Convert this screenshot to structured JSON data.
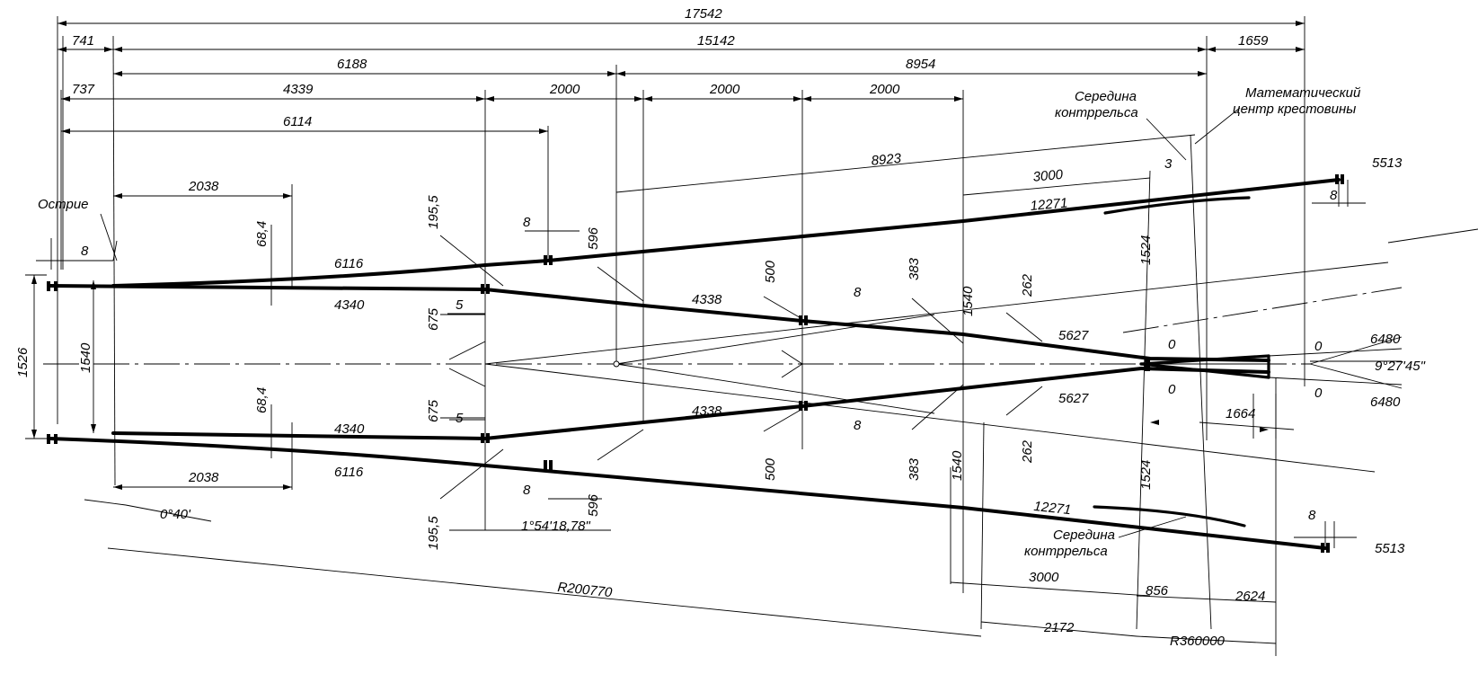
{
  "dimensions": {
    "d17542": "17542",
    "d741": "741",
    "d15142": "15142",
    "d1659": "1659",
    "d6188": "6188",
    "d8954": "8954",
    "d737": "737",
    "d4339": "4339",
    "d2000a": "2000",
    "d2000b": "2000",
    "d2000c": "2000",
    "d6114": "6114",
    "d8923": "8923",
    "d3000top": "3000",
    "d3top": "3",
    "d12271top": "12271",
    "d5513top": "5513",
    "d8topright": "8",
    "d2038top": "2038",
    "d195top": "195,5",
    "d8top1": "8",
    "d596top": "596",
    "d8tip": "8",
    "d68top": "68,4",
    "d6116top": "6116",
    "d4340top": "4340",
    "d675top": "675",
    "d5top": "5",
    "d4338top": "4338",
    "d500top": "500",
    "d8midtop": "8",
    "d383top": "383",
    "d1540top": "1540",
    "d262top": "262",
    "d5627top": "5627",
    "d1524top": "1524",
    "d0a": "0",
    "d0b": "0",
    "d6480top": "6480",
    "d9deg": "9°27'45\"",
    "d6480bot": "6480",
    "d0c": "0",
    "d0d": "0",
    "d1526": "1526",
    "d1540left": "1540",
    "d68bot": "68,4",
    "d4340bot": "4340",
    "d675bot": "675",
    "d5bot": "5",
    "d4338bot": "4338",
    "d500bot": "500",
    "d8midbot": "8",
    "d383bot": "383",
    "d1540bot": "1540",
    "d262bot": "262",
    "d5627bot": "5627",
    "d1664": "1664",
    "d6116bot": "6116",
    "d2038bot": "2038",
    "d8bot1": "8",
    "d596bot": "596",
    "d1524bot": "1524",
    "d12271bot": "12271",
    "d8botright": "8",
    "d5513bot": "5513",
    "d040": "0°40'",
    "d195bot": "195,5",
    "d154": "1°54'18,78\"",
    "dR200770": "R200770",
    "d3000bot": "3000",
    "d856": "856",
    "d2624": "2624",
    "d2172": "2172",
    "dR360000": "R360000"
  },
  "labels": {
    "point_tip": "Острие",
    "guard_mid_top_1": "Середина",
    "guard_mid_top_2": "контррельса",
    "math_center_1": "Математический",
    "math_center_2": "центр крестовины",
    "guard_mid_bot_1": "Середина",
    "guard_mid_bot_2": "контррельса"
  }
}
